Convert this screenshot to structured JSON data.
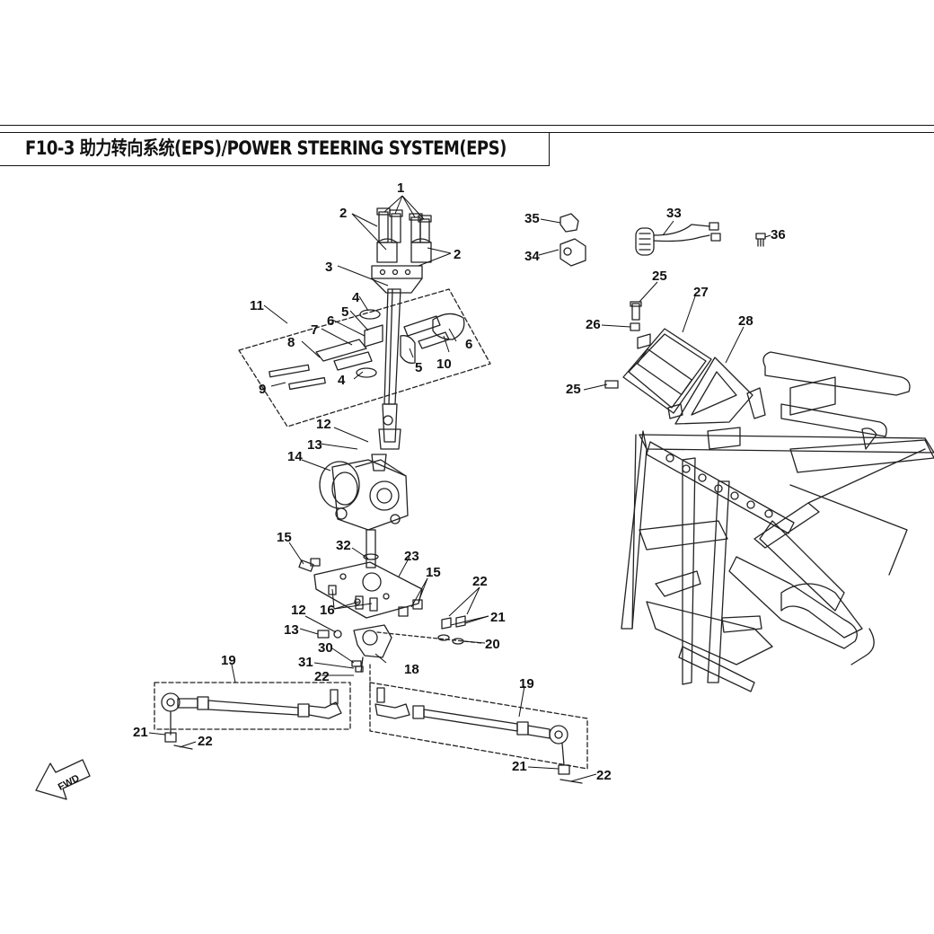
{
  "title": "F10-3 助力转向系统(EPS)/POWER STEERING SYSTEM(EPS)",
  "fwd_label": "FWD",
  "callouts": {
    "c1": "1",
    "c2a": "2",
    "c2b": "2",
    "c3": "3",
    "c4a": "4",
    "c4b": "4",
    "c5a": "5",
    "c5b": "5",
    "c6a": "6",
    "c6b": "6",
    "c7": "7",
    "c8": "8",
    "c9": "9",
    "c10": "10",
    "c11": "11",
    "c12a": "12",
    "c12b": "12",
    "c13a": "13",
    "c13b": "13",
    "c14": "14",
    "c15a": "15",
    "c15b": "15",
    "c16": "16",
    "c18": "18",
    "c19a": "19",
    "c19b": "19",
    "c20": "20",
    "c21a": "21",
    "c21b": "21",
    "c21c": "21",
    "c22a": "22",
    "c22b": "22",
    "c22c": "22",
    "c22d": "22",
    "c23": "23",
    "c25a": "25",
    "c25b": "25",
    "c26": "26",
    "c27": "27",
    "c28": "28",
    "c30": "30",
    "c31": "31",
    "c32": "32",
    "c33": "33",
    "c34": "34",
    "c35": "35",
    "c36": "36"
  }
}
